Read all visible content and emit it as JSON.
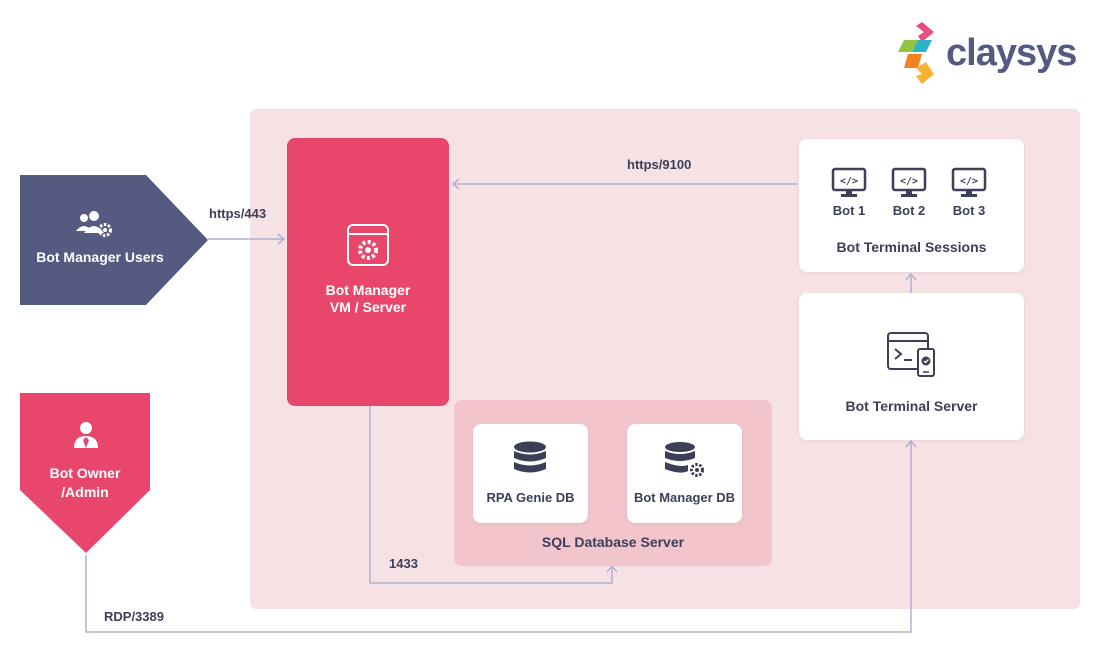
{
  "logo": {
    "text": "claysys"
  },
  "users": {
    "label": "Bot Manager Users",
    "icon": "users-gear-icon"
  },
  "owner": {
    "label_line1": "Bot Owner",
    "label_line2": "/Admin",
    "icon": "user-admin-icon"
  },
  "bot_manager": {
    "label_line1": "Bot Manager",
    "label_line2": "VM / Server",
    "icon": "gear-window-icon"
  },
  "bot_terminal_sessions": {
    "title": "Bot Terminal Sessions",
    "bots": [
      {
        "label": "Bot 1",
        "icon": "code-monitor-icon"
      },
      {
        "label": "Bot 2",
        "icon": "code-monitor-icon"
      },
      {
        "label": "Bot 3",
        "icon": "code-monitor-icon"
      }
    ]
  },
  "bot_terminal_server": {
    "label": "Bot Terminal Server",
    "icon": "terminal-device-icon"
  },
  "sql_server": {
    "title": "SQL Database Server",
    "dbs": [
      {
        "label": "RPA Genie DB",
        "icon": "database-icon"
      },
      {
        "label": "Bot Manager DB",
        "icon": "database-gear-icon"
      }
    ]
  },
  "connections": {
    "https_443": "https/443",
    "https_9100": "https/9100",
    "sql_1433": "1433",
    "rdp_3389": "RDP/3389"
  },
  "colors": {
    "navy": "#545a80",
    "red": "#e8476b",
    "panel": "#f6e1e5",
    "sql_panel": "#f2c4cc",
    "connector": "#b2b0d1",
    "text": "#3c3f56"
  }
}
